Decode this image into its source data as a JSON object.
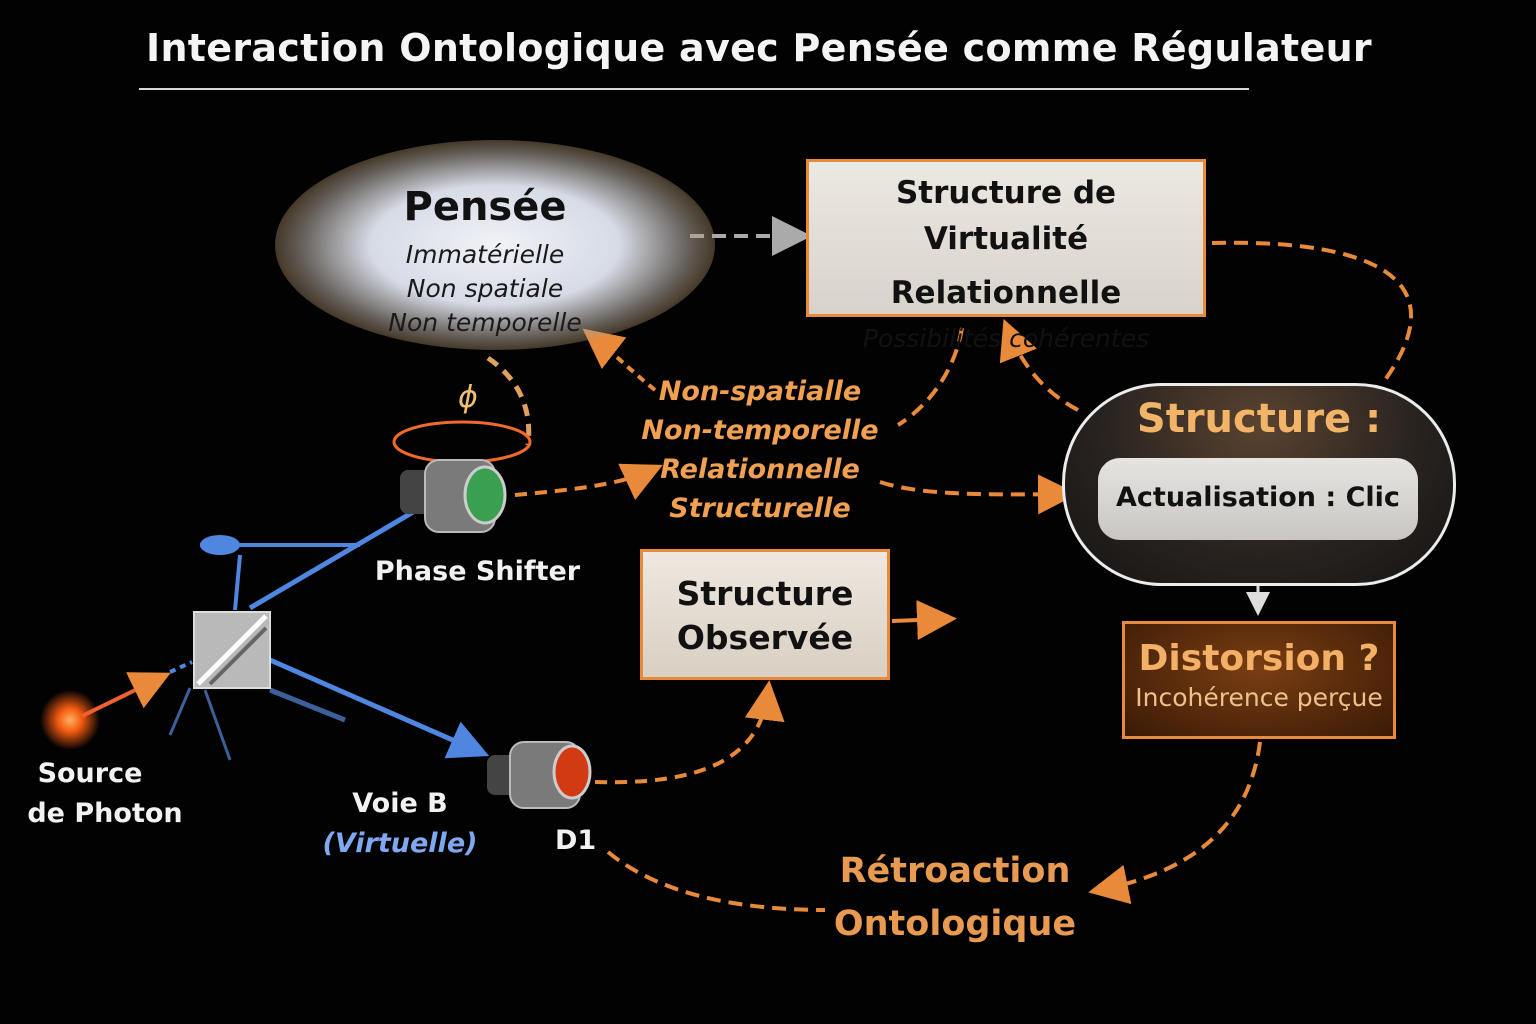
{
  "title": "Interaction Ontologique avec Pensée comme Régulateur",
  "pensee": {
    "title": "Pensée",
    "lines": [
      "Immatérielle",
      "Non spatiale",
      "Non temporelle"
    ]
  },
  "virtualite": {
    "title_line1": "Structure de Virtualité",
    "title_line2": "Relationnelle",
    "subtitle": "Possibilités cohérentes"
  },
  "properties": [
    "Non-spatialle",
    "Non-temporelle",
    "Relationnelle",
    "Structurelle"
  ],
  "structure": {
    "title": "Structure :",
    "actualisation": "Actualisation : Clic"
  },
  "distorsion": {
    "title": "Distorsion ?",
    "subtitle": "Incohérence perçue"
  },
  "observee": {
    "line1": "Structure",
    "line2": "Observée"
  },
  "retroaction": {
    "line1": "Rétroaction",
    "line2": "Ontologique"
  },
  "phase_shifter": {
    "label": "Phase Shifter",
    "symbol": "ϕ"
  },
  "source": {
    "line1": "Source",
    "line2": "de Photon"
  },
  "voie_b": {
    "line1": "Voie B",
    "line2": "(Virtuelle)"
  },
  "detector": {
    "label": "D1"
  },
  "colors": {
    "accent": "#e98a3a",
    "beam": "#4f86e0",
    "background": "#020203"
  }
}
